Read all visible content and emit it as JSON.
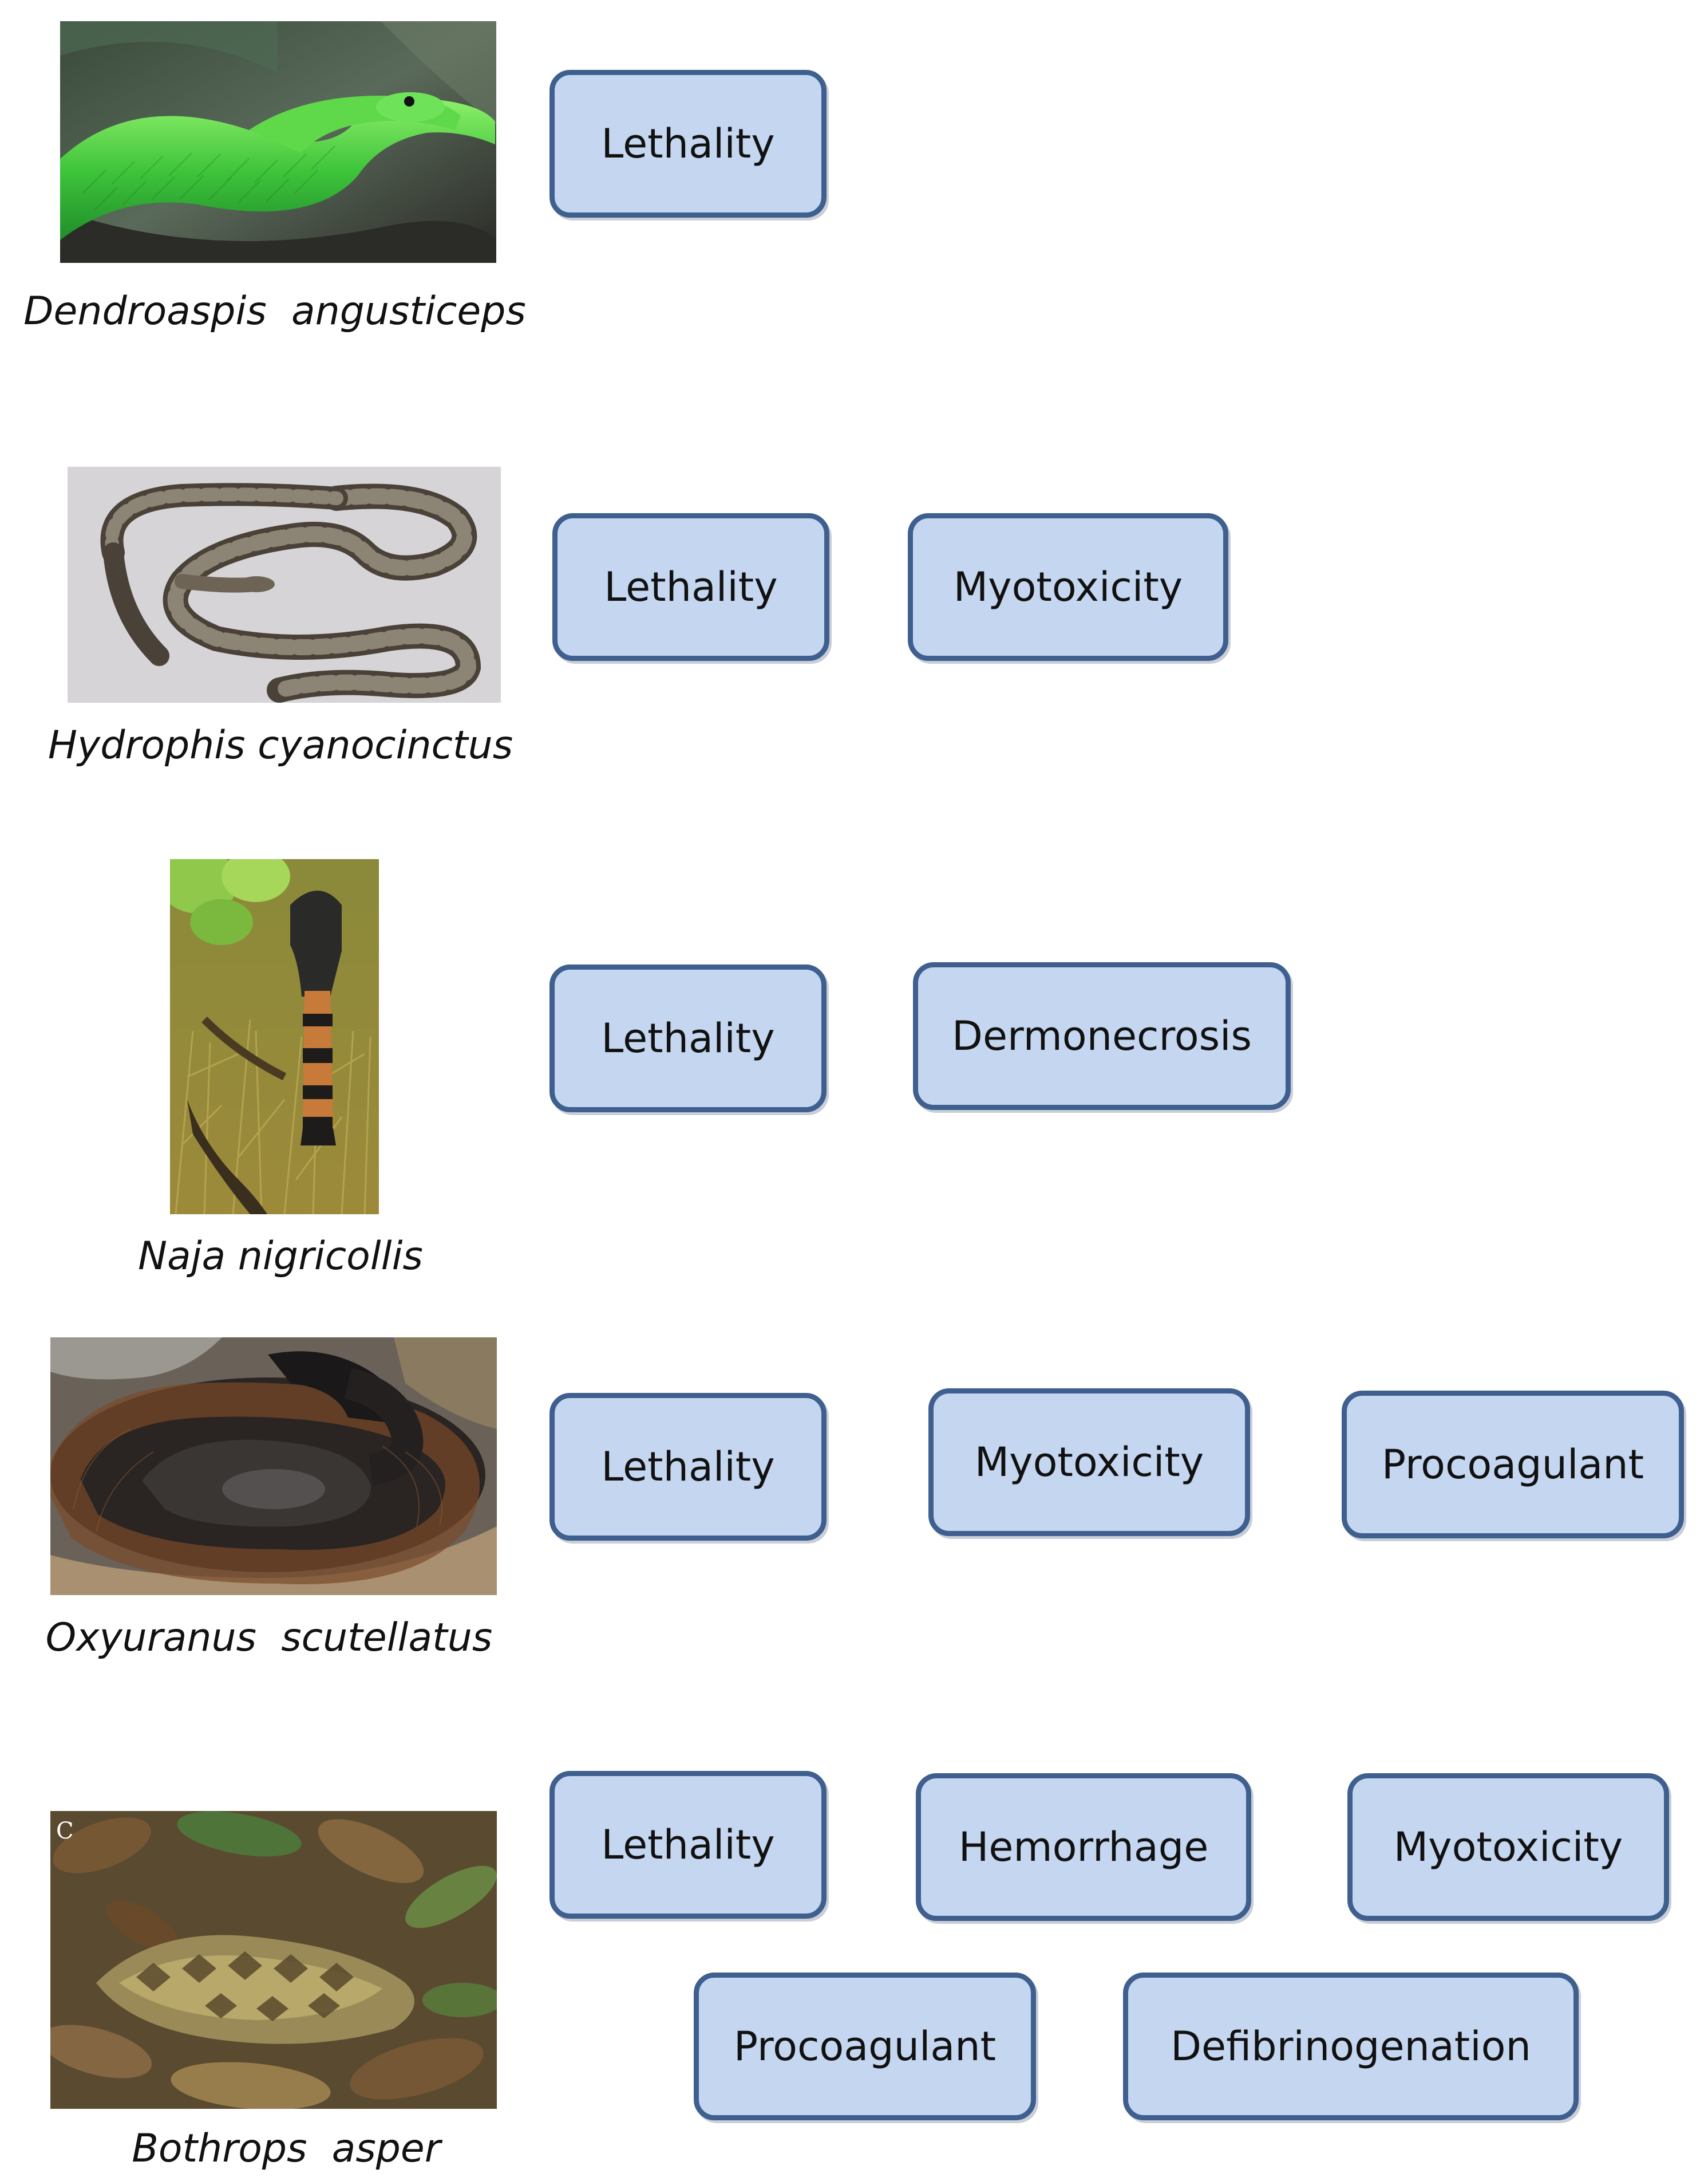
{
  "rows": [
    {
      "species": "Dendroaspis  angusticeps",
      "photo": "green-mamba-photo",
      "effects": [
        "Lethality"
      ]
    },
    {
      "species": "Hydrophis cyanocinctus",
      "photo": "sea-snake-photo",
      "effects": [
        "Lethality",
        "Myotoxicity"
      ]
    },
    {
      "species": "Naja nigricollis",
      "photo": "spitting-cobra-photo",
      "effects": [
        "Lethality",
        "Dermonecrosis"
      ]
    },
    {
      "species": "Oxyuranus  scutellatus",
      "photo": "taipan-photo",
      "effects": [
        "Lethality",
        "Myotoxicity",
        "Procoagulant"
      ]
    },
    {
      "species": "Bothrops  asper",
      "photo": "fer-de-lance-photo",
      "photo_corner_letter": "C",
      "effects": [
        "Lethality",
        "Hemorrhage",
        "Myotoxicity",
        "Procoagulant",
        "Defibrinogenation"
      ]
    }
  ],
  "colors": {
    "box_fill": "#c5d6f0",
    "box_border": "#3f5f8f",
    "text": "#111111"
  }
}
